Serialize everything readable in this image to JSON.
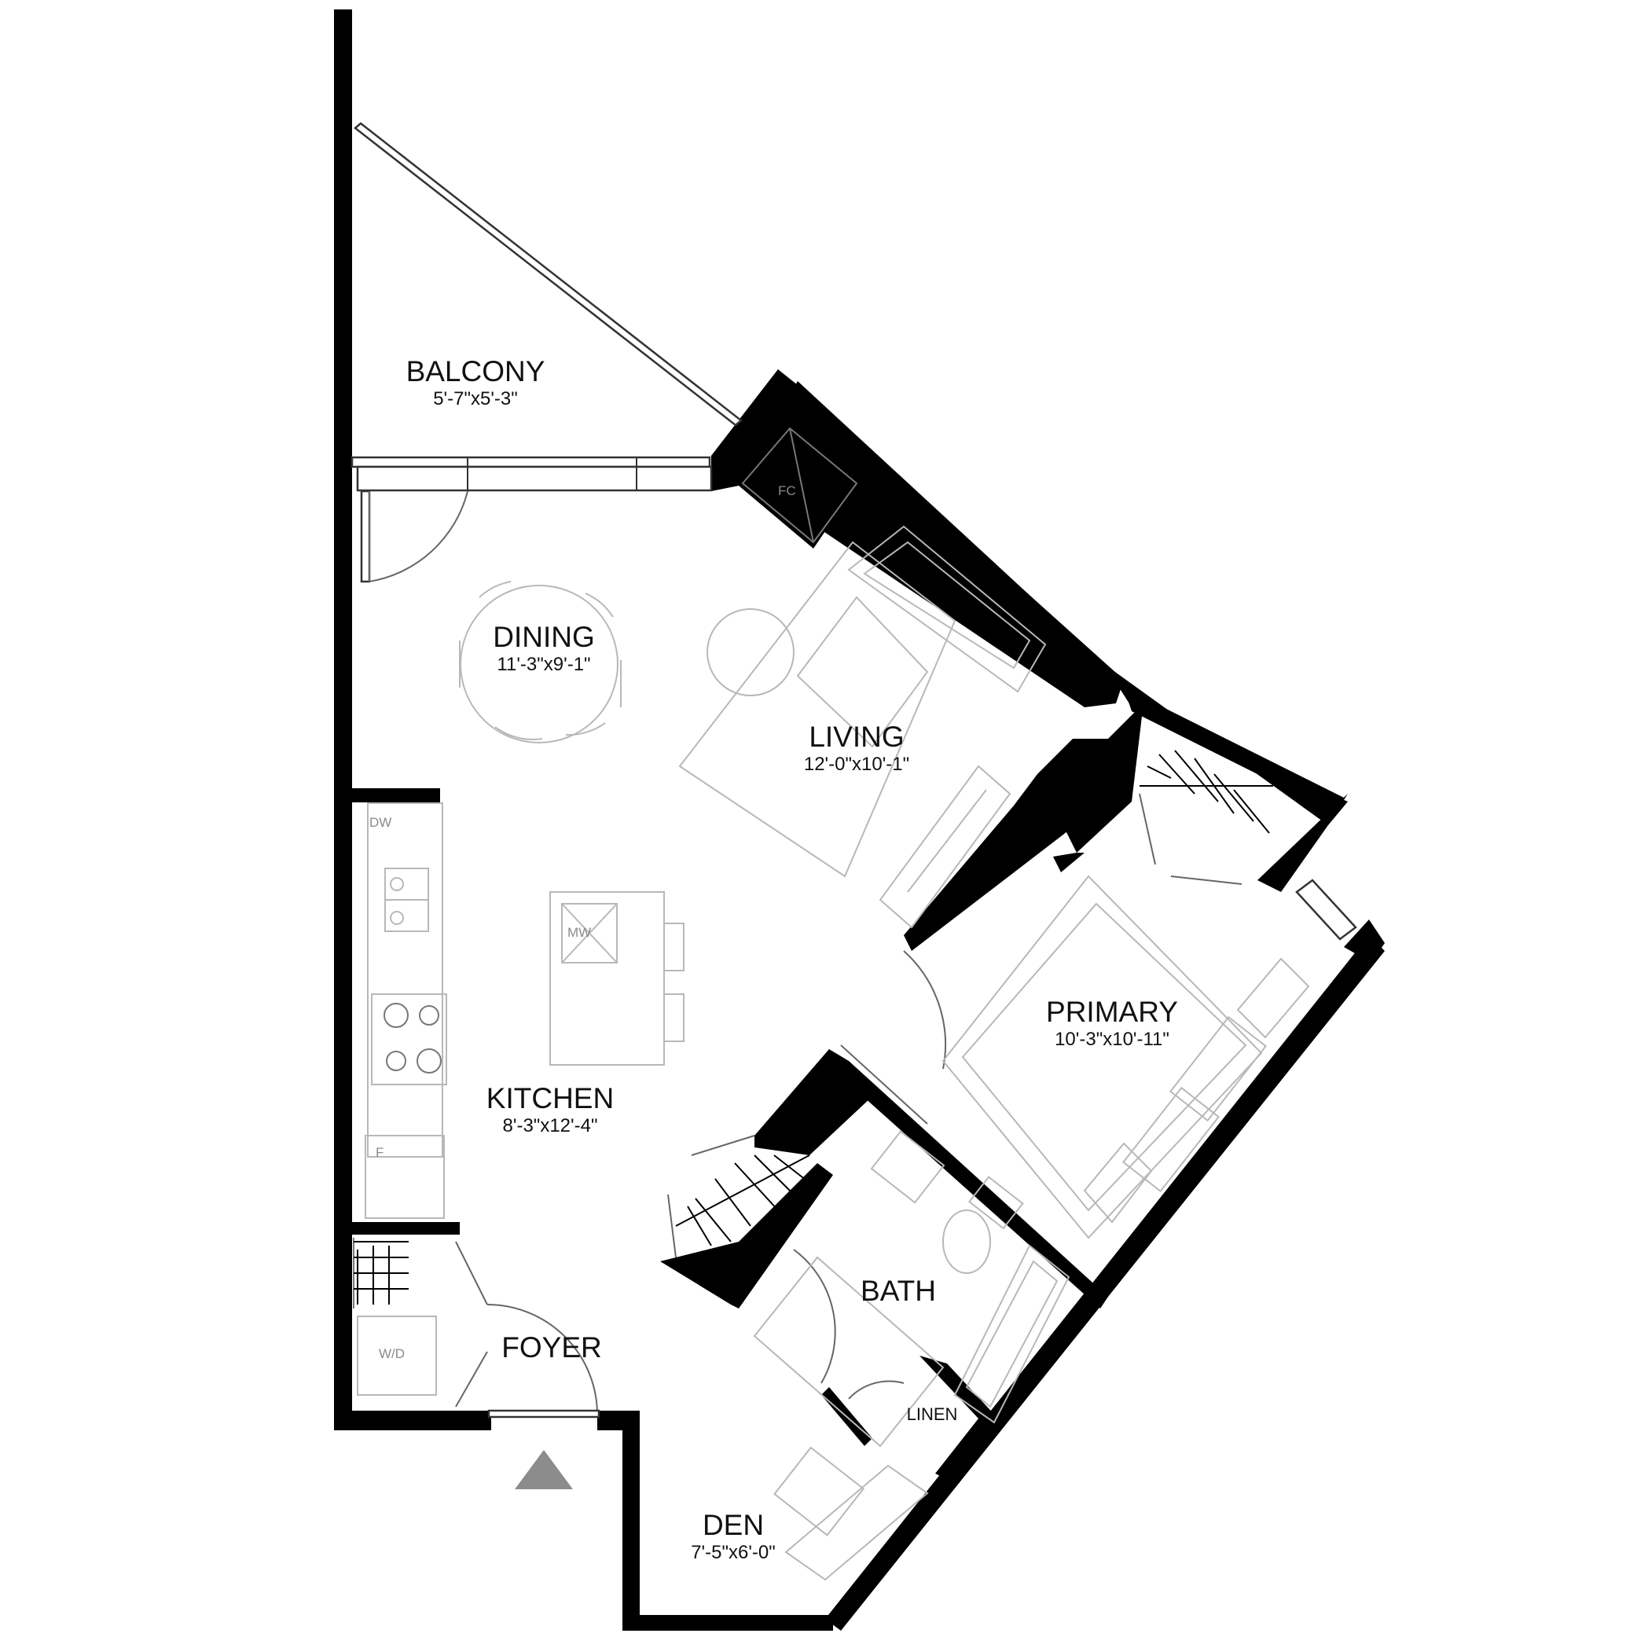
{
  "plan": {
    "rooms": {
      "balcony": {
        "name": "BALCONY",
        "dims": "5'-7\"x5'-3\""
      },
      "dining": {
        "name": "DINING",
        "dims": "11'-3\"x9'-1\""
      },
      "living": {
        "name": "LIVING",
        "dims": "12'-0\"x10'-1\""
      },
      "primary": {
        "name": "PRIMARY",
        "dims": "10'-3\"x10'-11\""
      },
      "kitchen": {
        "name": "KITCHEN",
        "dims": "8'-3\"x12'-4\""
      },
      "bath": {
        "name": "BATH"
      },
      "foyer": {
        "name": "FOYER"
      },
      "den": {
        "name": "DEN",
        "dims": "7'-5\"x6'-0\""
      },
      "linen": {
        "name": "LINEN"
      }
    },
    "appliances": {
      "fireplace": "FC",
      "dishwasher": "DW",
      "microwave": "MW",
      "fridge": "F",
      "washer_dryer": "W/D"
    },
    "entry_marker_icon": "triangle-up-icon",
    "colors": {
      "wall": "#000000",
      "furniture": "#b8b8b8",
      "entry_marker": "#8c8c8c"
    }
  }
}
